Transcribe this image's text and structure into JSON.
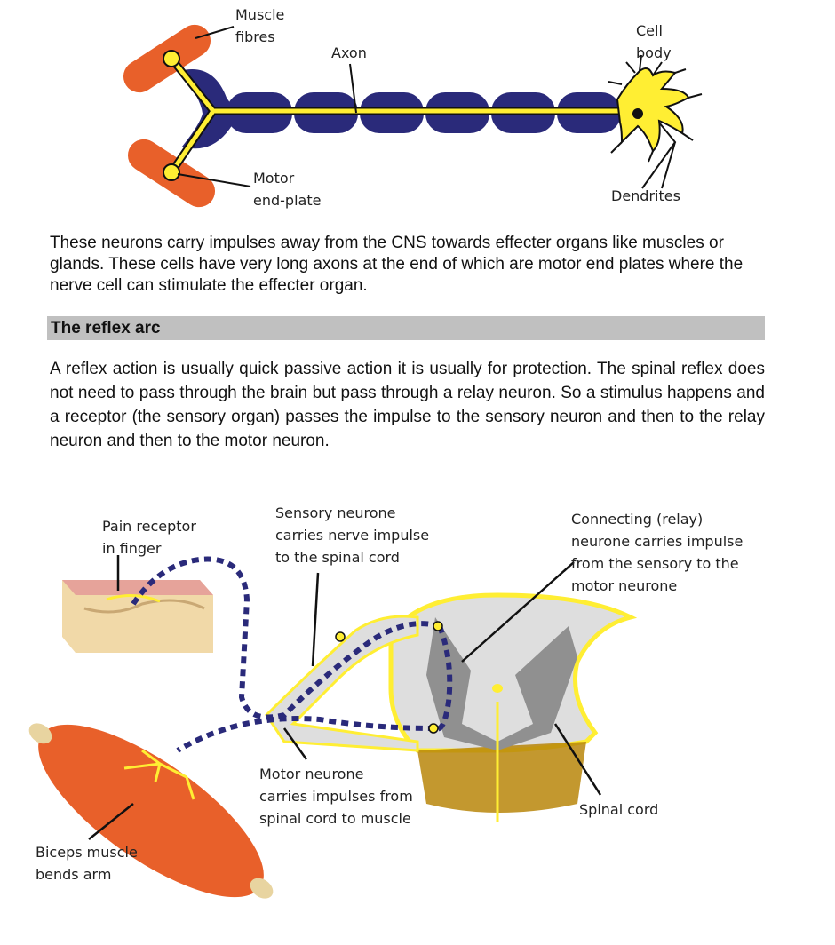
{
  "motor_neuron": {
    "labels": {
      "muscle_fibres": "Muscle\nfibres",
      "axon": "Axon",
      "cell_body": "Cell\nbody",
      "motor_end_plate": "Motor\nend-plate",
      "dendrites": "Dendrites"
    },
    "description": "These neurons carry impulses away from the CNS towards effecter organs like muscles or glands. These cells have very long axons at the end of which are motor end plates where the nerve cell can stimulate the effecter organ."
  },
  "reflex_section": {
    "title": "The reflex arc",
    "body": "A reflex action is usually quick passive action it is usually for protection. The spinal reflex does not need to pass through the brain but pass through a relay neuron. So a stimulus happens and a receptor (the sensory organ) passes the impulse to the sensory neuron and then to the relay neuron and then to the motor neuron."
  },
  "reflex_arc": {
    "labels": {
      "pain_receptor": "Pain receptor\nin finger",
      "sensory_neurone": "Sensory neurone\ncarries nerve impulse\nto the spinal cord",
      "relay_neurone": "Connecting (relay)\nneurone carries impulse\nfrom the sensory to the\nmotor neurone",
      "motor_neurone": "Motor neurone\ncarries impulses from\nspinal cord to muscle",
      "spinal_cord": "Spinal cord",
      "biceps": "Biceps muscle\nbends arm"
    }
  },
  "colors": {
    "myelin": "#2a2a7a",
    "axon": "#ffee33",
    "muscle": "#e8602a",
    "grey_matter": "#909090",
    "white_matter": "#dedede",
    "section_bar": "#c0c0c0"
  }
}
